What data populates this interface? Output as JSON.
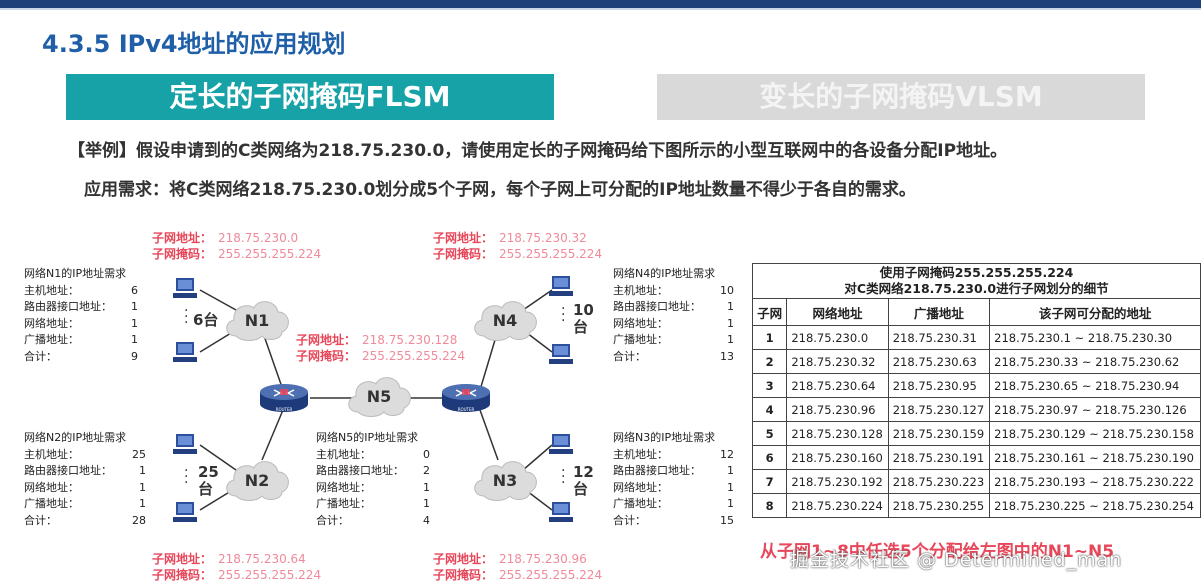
{
  "slide": {
    "title": "4.3.5 IPv4地址的应用规划",
    "tab_flsm": "定长的子网掩码FLSM",
    "tab_vlsm": "变长的子网掩码VLSM",
    "example": "【举例】假设申请到的C类网络为218.75.230.0，请使用定长的子网掩码给下图所示的小型互联网中的各设备分配IP地址。",
    "requirement": "应用需求：将C类网络218.75.230.0划分成5个子网，每个子网上可分配的IP地址数量不得少于各自的需求。",
    "footnote": "从子网1~8中任选5个分配给左图中的N1~N5",
    "watermark": "掘金技术社区 @ Determined_man"
  },
  "labels": {
    "addr_key": "子网地址：",
    "mask_key": "子网掩码：",
    "n1": {
      "addr": "218.75.230.0",
      "mask": "255.255.255.224"
    },
    "n4": {
      "addr": "218.75.230.32",
      "mask": "255.255.255.224"
    },
    "n5": {
      "addr": "218.75.230.128",
      "mask": "255.255.255.224"
    },
    "n2": {
      "addr": "218.75.230.64",
      "mask": "255.255.255.224"
    },
    "n3": {
      "addr": "218.75.230.96",
      "mask": "255.255.255.224"
    }
  },
  "requirements": {
    "n1": {
      "header": "网络N1的IP地址需求",
      "rows": [
        [
          "主机地址：",
          "6"
        ],
        [
          "路由器接口地址：",
          "1"
        ],
        [
          "网络地址：",
          "1"
        ],
        [
          "广播地址：",
          "1"
        ],
        [
          "合计：",
          "9"
        ]
      ]
    },
    "n2": {
      "header": "网络N2的IP地址需求",
      "rows": [
        [
          "主机地址：",
          "25"
        ],
        [
          "路由器接口地址：",
          "1"
        ],
        [
          "网络地址：",
          "1"
        ],
        [
          "广播地址：",
          "1"
        ],
        [
          "合计：",
          "28"
        ]
      ]
    },
    "n5": {
      "header": "网络N5的IP地址需求",
      "rows": [
        [
          "主机地址：",
          "0"
        ],
        [
          "路由器接口地址：",
          "2"
        ],
        [
          "网络地址：",
          "1"
        ],
        [
          "广播地址：",
          "1"
        ],
        [
          "合计：",
          "4"
        ]
      ]
    },
    "n4": {
      "header": "网络N4的IP地址需求",
      "rows": [
        [
          "主机地址：",
          "10"
        ],
        [
          "路由器接口地址：",
          "1"
        ],
        [
          "网络地址：",
          "1"
        ],
        [
          "广播地址：",
          "1"
        ],
        [
          "合计：",
          "13"
        ]
      ]
    },
    "n3": {
      "header": "网络N3的IP地址需求",
      "rows": [
        [
          "主机地址：",
          "12"
        ],
        [
          "路由器接口地址：",
          "1"
        ],
        [
          "网络地址：",
          "1"
        ],
        [
          "广播地址：",
          "1"
        ],
        [
          "合计：",
          "15"
        ]
      ]
    }
  },
  "topology": {
    "clouds": {
      "n1": "N1",
      "n2": "N2",
      "n3": "N3",
      "n4": "N4",
      "n5": "N5"
    },
    "host_counts": {
      "n1": "6台",
      "n2_num": "25",
      "n2_unit": "台",
      "n4_num": "10",
      "n4_unit": "台",
      "n3_num": "12",
      "n3_unit": "台"
    },
    "router_label": "ROUTER"
  },
  "table": {
    "caption_line1": "使用子网掩码255.255.255.224",
    "caption_line2": "对C类网络218.75.230.0进行子网划分的细节",
    "headers": [
      "子网",
      "网络地址",
      "广播地址",
      "该子网可分配的地址"
    ],
    "rows": [
      [
        "1",
        "218.75.230.0",
        "218.75.230.31",
        "218.75.230.1 ~ 218.75.230.30"
      ],
      [
        "2",
        "218.75.230.32",
        "218.75.230.63",
        "218.75.230.33 ~ 218.75.230.62"
      ],
      [
        "3",
        "218.75.230.64",
        "218.75.230.95",
        "218.75.230.65 ~ 218.75.230.94"
      ],
      [
        "4",
        "218.75.230.96",
        "218.75.230.127",
        "218.75.230.97 ~ 218.75.230.126"
      ],
      [
        "5",
        "218.75.230.128",
        "218.75.230.159",
        "218.75.230.129 ~ 218.75.230.158"
      ],
      [
        "6",
        "218.75.230.160",
        "218.75.230.191",
        "218.75.230.161 ~ 218.75.230.190"
      ],
      [
        "7",
        "218.75.230.192",
        "218.75.230.223",
        "218.75.230.193 ~ 218.75.230.222"
      ],
      [
        "8",
        "218.75.230.224",
        "218.75.230.255",
        "218.75.230.225 ~ 218.75.230.254"
      ]
    ]
  },
  "colors": {
    "title": "#1f5fa8",
    "accent_teal": "#17a2a8",
    "label_red": "#e8475a"
  }
}
